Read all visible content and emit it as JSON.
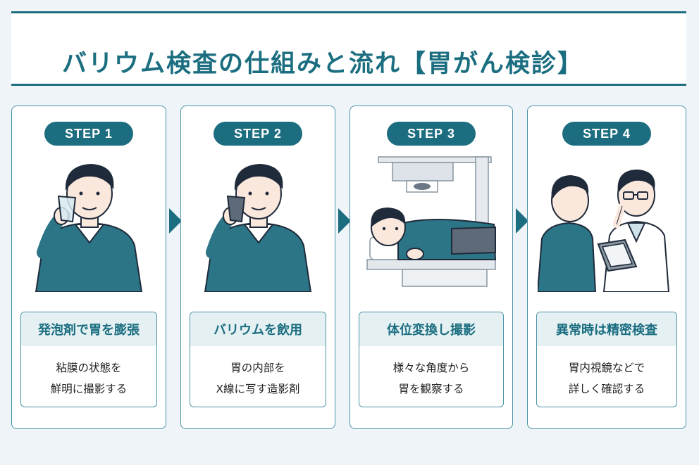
{
  "title": "バリウム検査の仕組みと流れ【胃がん検診】",
  "steps": [
    {
      "label": "STEP 1",
      "heading": "発泡剤で胃を膨張",
      "line1": "粘膜の状態を",
      "line2": "鮮明に撮影する"
    },
    {
      "label": "STEP 2",
      "heading": "バリウムを飲用",
      "line1": "胃の内部を",
      "line2": "X線に写す造影剤"
    },
    {
      "label": "STEP 3",
      "heading": "体位変換し撮影",
      "line1": "様々な角度から",
      "line2": "胃を観察する"
    },
    {
      "label": "STEP 4",
      "heading": "異常時は精密検査",
      "line1": "胃内視鏡などで",
      "line2": "詳しく確認する"
    }
  ],
  "colors": {
    "accent": "#1d6d80",
    "sweater": "#2b7587",
    "hair": "#1f2a3a",
    "border": "#4a93a6"
  }
}
